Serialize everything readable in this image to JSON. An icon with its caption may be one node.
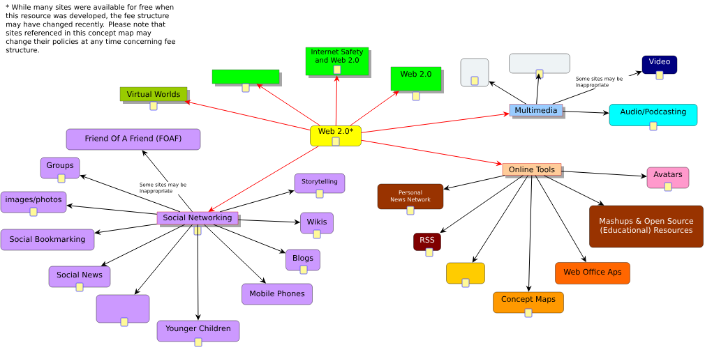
{
  "diagram": {
    "nodes": [
      {
        "text": [
          "Web 2.0*"
        ]
      },
      {
        "text": [
          "Virtual Worlds"
        ]
      },
      {
        "text": [],
        "shape": "box"
      },
      {
        "text": [
          "Internet Safety and Web 2.0"
        ]
      },
      {
        "text": [
          "Web 2.0"
        ]
      },
      {
        "text": [
          "Multimedia"
        ]
      },
      {
        "text": [],
        "shape": "box"
      },
      {
        "text": [],
        "shape": "box"
      },
      {
        "text": [
          "Video"
        ]
      },
      {
        "text": [
          "Audio/Podcasting"
        ]
      },
      {
        "text": [
          "Online Tools"
        ]
      },
      {
        "text": [
          "Avatars"
        ]
      },
      {
        "text": [
          "Personal News Network"
        ]
      },
      {
        "text": [
          "Mashups & Open Source (Educational) Resources"
        ]
      },
      {
        "text": [
          "RSS"
        ]
      },
      {
        "text": [],
        "shape": "box"
      },
      {
        "text": [
          "Web Office Aps"
        ]
      },
      {
        "text": [
          "Concept Maps"
        ]
      },
      {
        "text": [
          "Friend Of A Friend (FOAF)"
        ]
      },
      {
        "text": [
          "Groups"
        ]
      },
      {
        "text": [
          "images/photos"
        ]
      },
      {
        "text": [
          "Social Networking"
        ]
      },
      {
        "text": [
          "Storytelling"
        ]
      },
      {
        "text": [
          "Social Bookmarking"
        ]
      },
      {
        "text": [
          "Wikis"
        ]
      },
      {
        "text": [
          "Social News"
        ]
      },
      {
        "text": [
          "Blogs"
        ]
      },
      {
        "text": [],
        "shape": "box"
      },
      {
        "text": [
          "Mobile Phones"
        ]
      },
      {
        "text": [
          "Younger Children"
        ]
      }
    ],
    "edges": [
      {
        "from": 0,
        "to": 1,
        "arrow": "to",
        "color": "#ff0000"
      },
      {
        "from": 0,
        "to": 2,
        "arrow": "to",
        "color": "#ff0000"
      },
      {
        "from": 0,
        "to": 3,
        "arrow": "to",
        "color": "#ff0000"
      },
      {
        "from": 0,
        "to": 4,
        "arrow": "to",
        "color": "#ff0000"
      },
      {
        "from": 0,
        "to": 5,
        "arrow": "to",
        "color": "#ff0000"
      },
      {
        "from": 0,
        "to": 10,
        "arrow": "to",
        "color": "#ff0000"
      },
      {
        "from": 0,
        "to": 21,
        "arrow": "to",
        "color": "#ff0000"
      },
      {
        "from": 5,
        "to": 6,
        "arrow": "to"
      },
      {
        "from": 5,
        "to": 7,
        "arrow": "to"
      },
      {
        "from": 5,
        "to": 8,
        "arrow": "to",
        "label": "Some sites may be inappropriate"
      },
      {
        "from": 5,
        "to": 9,
        "arrow": "to"
      },
      {
        "from": 10,
        "to": 11,
        "arrow": "to"
      },
      {
        "from": 10,
        "to": 12,
        "arrow": "to"
      },
      {
        "from": 10,
        "to": 13,
        "arrow": "to"
      },
      {
        "from": 10,
        "to": 14,
        "arrow": "to"
      },
      {
        "from": 10,
        "to": 15,
        "arrow": "to"
      },
      {
        "from": 10,
        "to": 16,
        "arrow": "to"
      },
      {
        "from": 10,
        "to": 17,
        "arrow": "to"
      },
      {
        "from": 21,
        "to": 18,
        "arrow": "to",
        "label": "Some sites may be inappropriate"
      },
      {
        "from": 21,
        "to": 19,
        "arrow": "to"
      },
      {
        "from": 21,
        "to": 20,
        "arrow": "to"
      },
      {
        "from": 21,
        "to": 22,
        "arrow": "to"
      },
      {
        "from": 21,
        "to": 23,
        "arrow": "to"
      },
      {
        "from": 21,
        "to": 24,
        "arrow": "to"
      },
      {
        "from": 21,
        "to": 25,
        "arrow": "to"
      },
      {
        "from": 21,
        "to": 26,
        "arrow": "to"
      },
      {
        "from": 21,
        "to": 27,
        "arrow": "to"
      },
      {
        "from": 21,
        "to": 28,
        "arrow": "to"
      },
      {
        "from": 21,
        "to": 29,
        "arrow": "to"
      }
    ],
    "labels": [
      "* While many sites were available for free when this resource was developed, the fee structure may have changed recently. Please note that sites referenced in this concept map may change their policies at any time concerning fee structure."
    ]
  }
}
